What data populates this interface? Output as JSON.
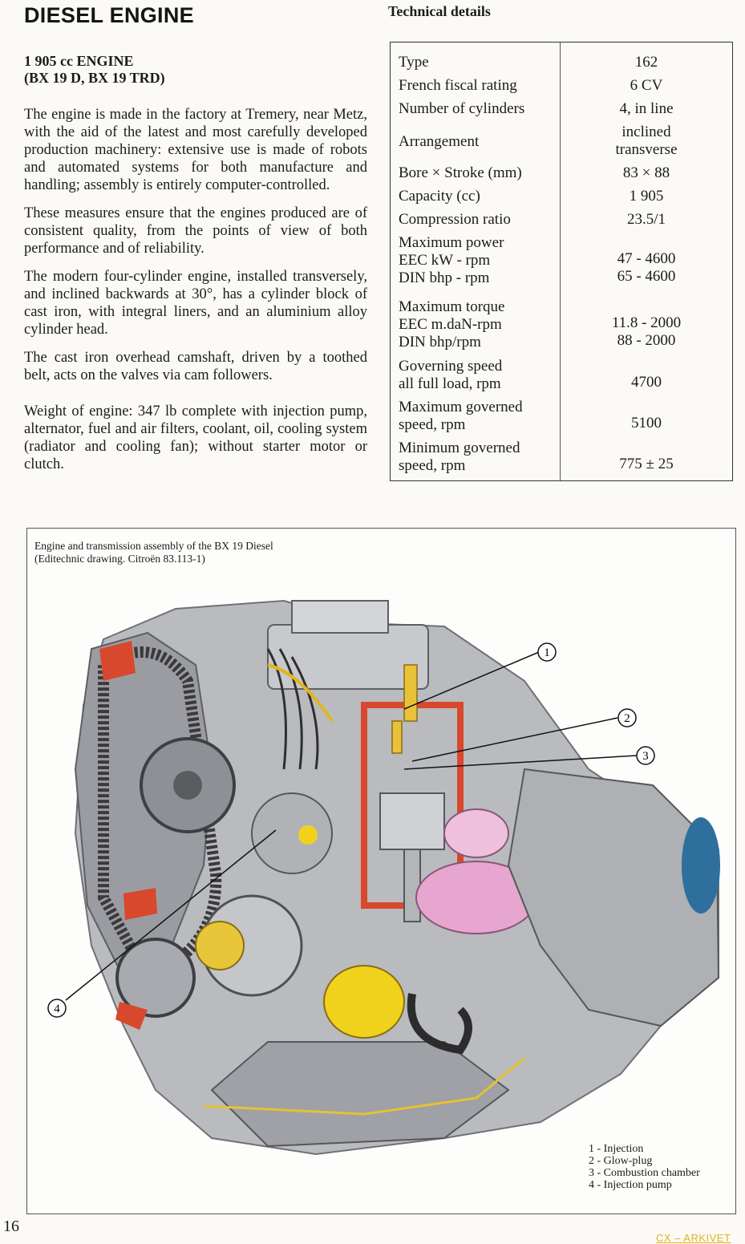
{
  "page": {
    "title": "DIESEL ENGINE",
    "page_number": "16",
    "watermark": "CX – ARKIVET"
  },
  "technical_details": {
    "heading": "Technical details",
    "rows": [
      {
        "label": "Type",
        "value": "162"
      },
      {
        "label": "French fiscal rating",
        "value": "6 CV"
      },
      {
        "label": "Number of cylinders",
        "value": "4, in line"
      },
      {
        "label": "Arrangement",
        "value": "inclined\ntransverse"
      },
      {
        "label": "Bore × Stroke (mm)",
        "value": "83 × 88"
      },
      {
        "label": "Capacity (cc)",
        "value": "1 905"
      },
      {
        "label": "Compression ratio",
        "value": "23.5/1"
      },
      {
        "label": "Maximum power\nEEC kW - rpm\nDIN bhp - rpm",
        "value": "47 - 4600\n65 - 4600"
      },
      {
        "label": "Maximum torque\nEEC m.daN-rpm\nDIN bhp/rpm",
        "value": "11.8 - 2000\n88 - 2000"
      },
      {
        "label": "Governing speed\nall full load, rpm",
        "value": "4700"
      },
      {
        "label": "Maximum governed\nspeed, rpm",
        "value": "5100"
      },
      {
        "label": "Minimum governed\nspeed, rpm",
        "value": "775 ± 25"
      }
    ]
  },
  "engine": {
    "heading_line1": "1 905 cc ENGINE",
    "heading_line2": "(BX 19 D, BX 19 TRD)",
    "paragraphs": [
      "The engine is made in the factory at Tremery, near Metz, with the aid of the latest and most carefully developed production machinery: extensive use is made of robots and automated systems for both manufacture and handling; assembly is entirely computer-controlled.",
      "These measures ensure that the engines produced are of consistent quality, from the points of view of both performance and of reliability.",
      "The modern four-cylinder engine, installed transversely, and inclined backwards at 30°, has a cylinder block of cast iron, with integral liners, and an aluminium alloy cylinder head.",
      "The cast iron overhead camshaft, driven by a toothed belt, acts on the valves via cam followers.",
      "Weight of engine: 347 lb complete with injection pump, alternator, fuel and air filters, coolant, oil, cooling system (radiator and cooling fan); without starter motor or clutch."
    ]
  },
  "figure": {
    "caption_line1": "Engine and transmission assembly of the BX 19 Diesel",
    "caption_line2": "(Editechnic drawing. Citroën 83.113-1)",
    "callouts": [
      "1",
      "2",
      "3",
      "4"
    ],
    "legend": [
      "1 - Injection",
      "2 - Glow-plug",
      "3 - Combustion chamber",
      "4 - Injection pump"
    ],
    "colors": {
      "cutaway_red": "#d8482c",
      "fuel_yellow": "#f0d21c",
      "starter_pink": "#e6a6cf",
      "casing_grey": "#a9abaf",
      "belt_dark": "#3a3a3a",
      "flywheel_blue": "#2e6f9e"
    }
  }
}
